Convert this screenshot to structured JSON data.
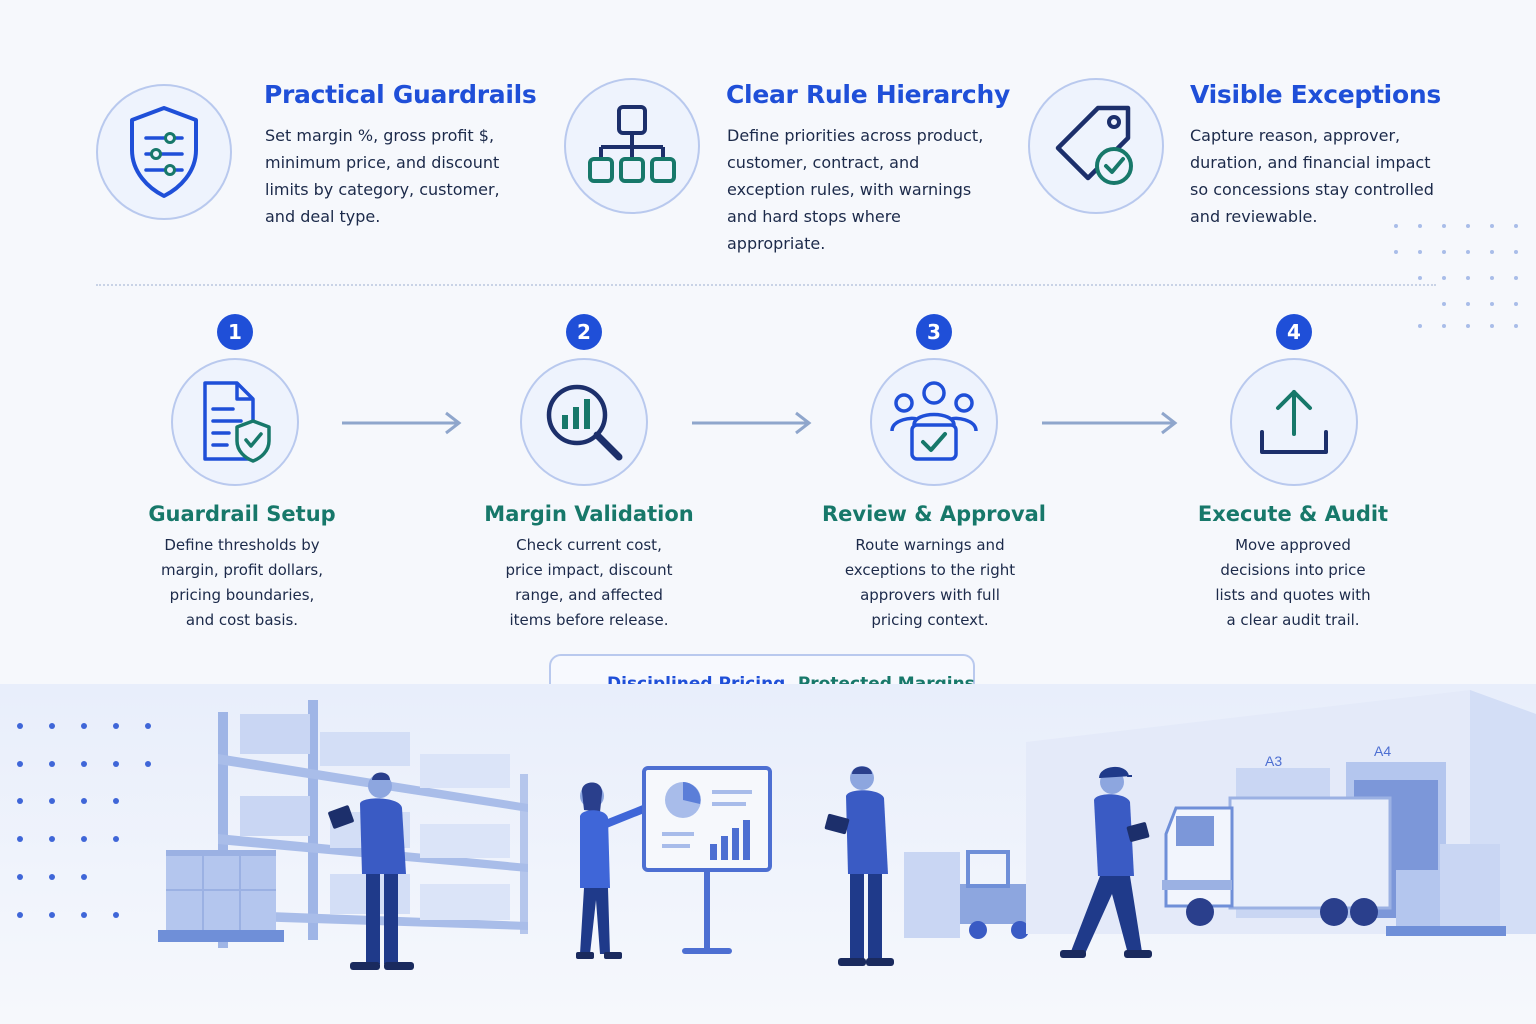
{
  "features": [
    {
      "title": "Practical Guardrails",
      "lines": [
        "Set margin %, gross profit $,",
        "minimum price, and discount",
        "limits by category, customer,",
        "and deal type."
      ],
      "icon": "shield-sliders-icon"
    },
    {
      "title": "Clear Rule Hierarchy",
      "lines": [
        "Define priorities across product,",
        "customer, contract, and",
        "exception rules, with warnings",
        "and hard stops where",
        "appropriate."
      ],
      "icon": "hierarchy-icon"
    },
    {
      "title": "Visible Exceptions",
      "lines": [
        "Capture reason, approver,",
        "duration, and financial impact",
        "so concessions stay controlled",
        "and reviewable."
      ],
      "icon": "tag-check-icon"
    }
  ],
  "steps": [
    {
      "number": "1",
      "title": "Guardrail Setup",
      "lines": [
        "Define thresholds by",
        "margin, profit dollars,",
        "pricing boundaries,",
        "and cost basis."
      ],
      "icon": "document-shield-icon"
    },
    {
      "number": "2",
      "title": "Margin Validation",
      "lines": [
        "Check current cost,",
        "price impact, discount",
        "range, and affected",
        "items before release."
      ],
      "icon": "magnifier-chart-icon"
    },
    {
      "number": "3",
      "title": "Review & Approval",
      "lines": [
        "Route warnings and",
        "exceptions to the right",
        "approvers with full",
        "pricing context."
      ],
      "icon": "team-check-icon"
    },
    {
      "number": "4",
      "title": "Execute & Audit",
      "lines": [
        "Move approved",
        "decisions into price",
        "lists and quotes with",
        "a clear audit trail."
      ],
      "icon": "upload-icon"
    }
  ],
  "banner": {
    "part1": "Disciplined Pricing.",
    "part2": "Protected Margins.",
    "icon": "shield-check-icon"
  },
  "scene": {
    "dock_labels": [
      "A3",
      "A4"
    ]
  },
  "colors": {
    "accent_blue": "#1f4fd8",
    "accent_green": "#17786a",
    "icon_navy": "#1c2f6b",
    "background": "#f6f8fc"
  }
}
